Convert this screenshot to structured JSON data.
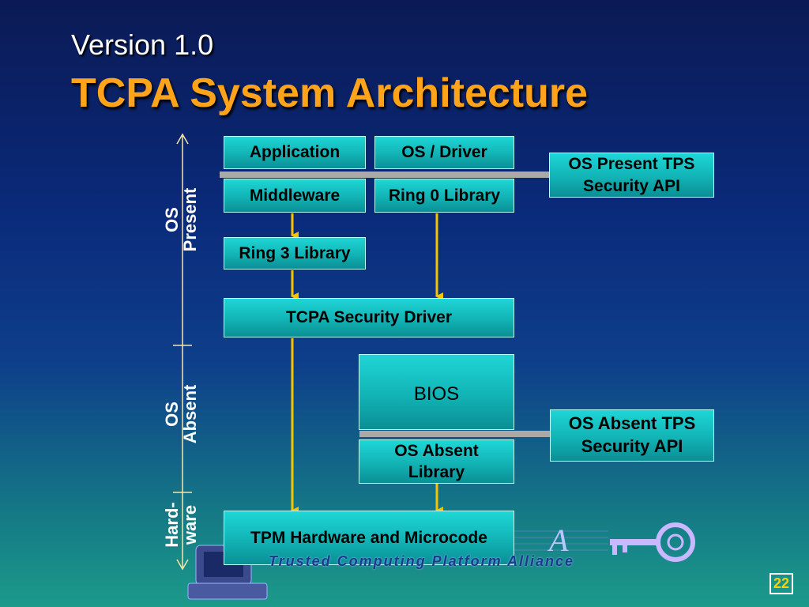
{
  "slide": {
    "subtitle": "Version 1.0",
    "title": "TCPA System Architecture",
    "page_number": "22"
  },
  "layers": {
    "os_present": [
      "OS",
      "Present"
    ],
    "os_absent": [
      "OS",
      "Absent"
    ],
    "hardware": [
      "Hard-",
      "ware"
    ]
  },
  "boxes": {
    "application": "Application",
    "os_driver": "OS / Driver",
    "middleware": "Middleware",
    "ring0_library": "Ring 0 Library",
    "os_present_api": "OS Present TPS Security API",
    "ring3_library": "Ring 3 Library",
    "tcpa_security_driver": "TCPA Security Driver",
    "bios": "BIOS",
    "os_absent_library": "OS Absent Library",
    "os_absent_api": "OS Absent TPS Security API",
    "tpm_hardware": "TPM Hardware and Microcode"
  },
  "branding": {
    "alliance_text": "Trusted Computing Platform Alliance",
    "logo_letter": "A"
  },
  "colors": {
    "title": "#ffa31a",
    "box": "#12b3b5",
    "arrow": "#f5c400",
    "bar": "#a9a9a9"
  }
}
